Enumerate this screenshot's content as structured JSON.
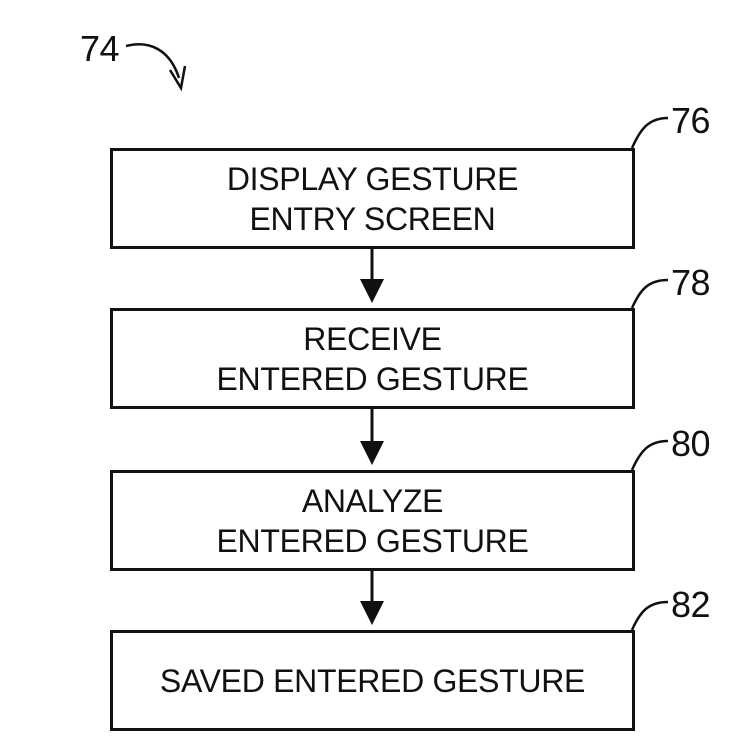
{
  "diagram": {
    "figure_ref": "74",
    "steps": [
      {
        "ref": "76",
        "line1": "DISPLAY GESTURE",
        "line2": "ENTRY SCREEN"
      },
      {
        "ref": "78",
        "line1": "RECEIVE",
        "line2": "ENTERED GESTURE"
      },
      {
        "ref": "80",
        "line1": "ANALYZE",
        "line2": "ENTERED GESTURE"
      },
      {
        "ref": "82",
        "line1": "SAVED ENTERED GESTURE",
        "line2": ""
      }
    ]
  }
}
